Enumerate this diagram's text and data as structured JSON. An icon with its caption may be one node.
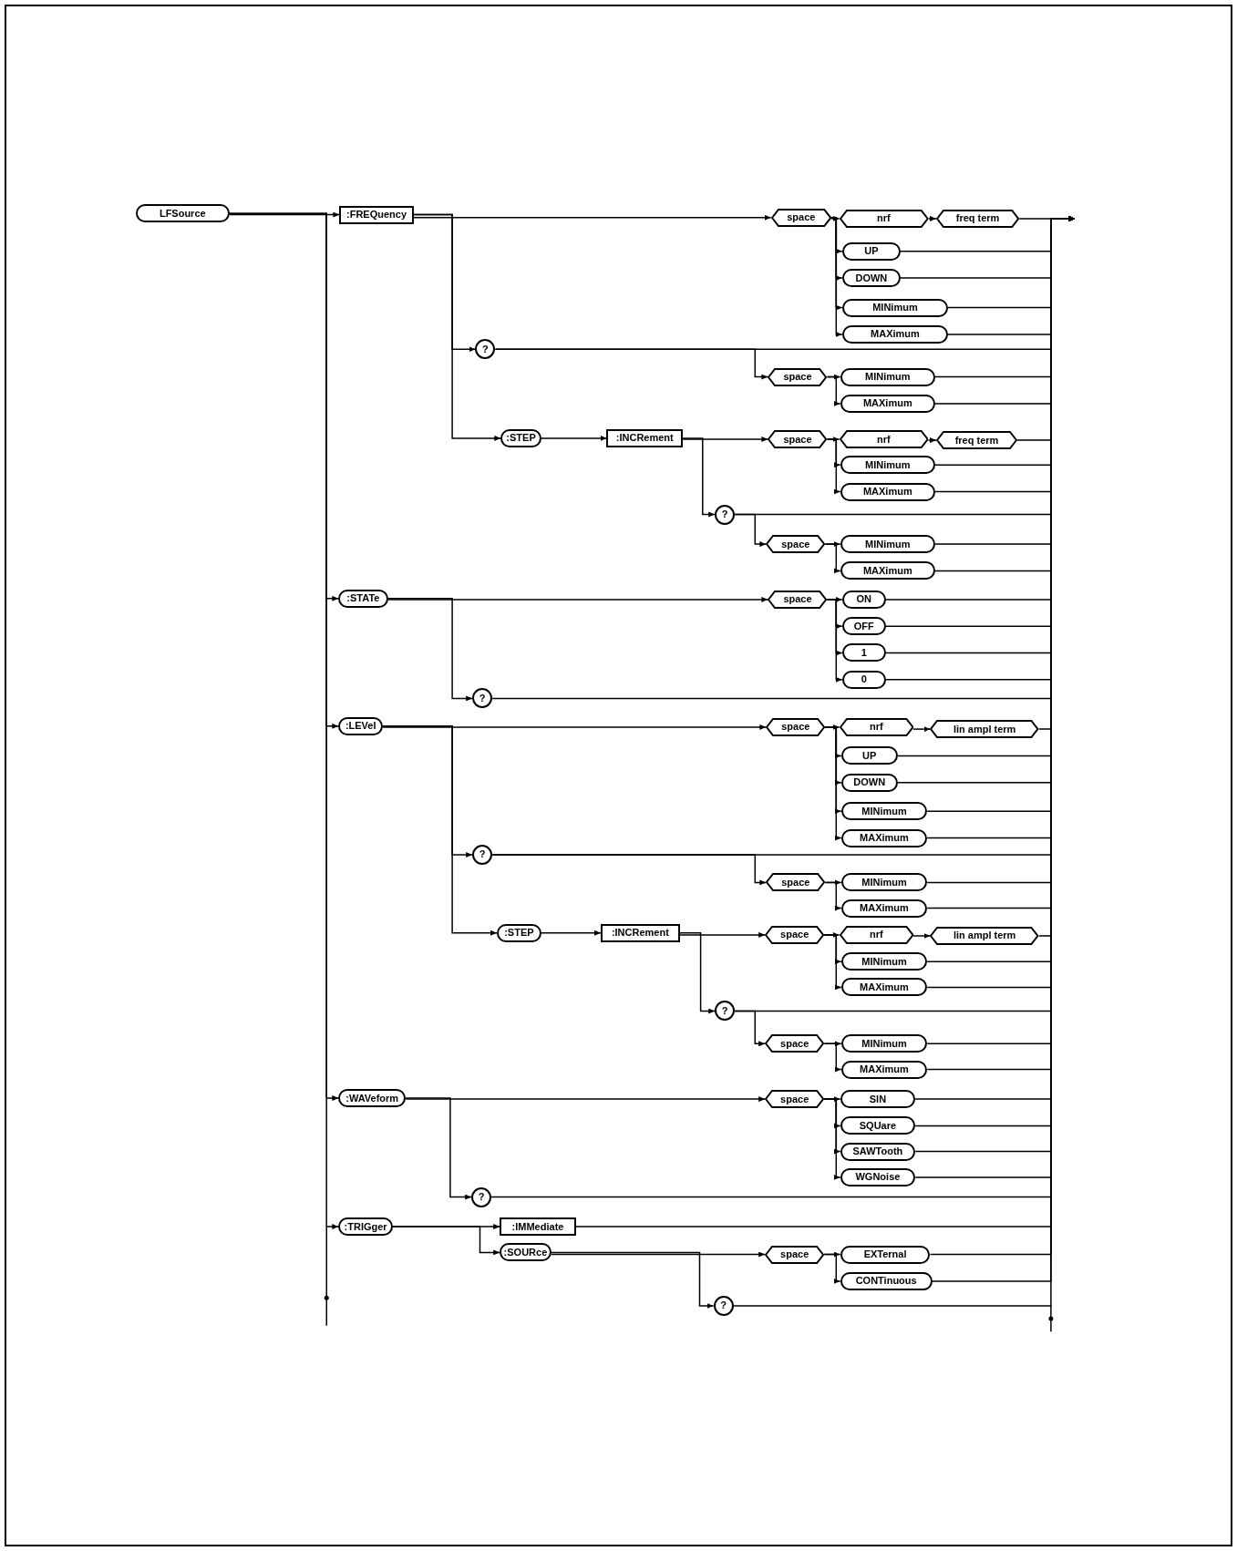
{
  "diagram": {
    "nodes": [
      {
        "text": [
          "LFSource"
        ]
      },
      {
        "text": [
          ":FREQuency"
        ]
      },
      {
        "text": [
          "space"
        ]
      },
      {
        "text": [
          "nrf"
        ]
      },
      {
        "text": [
          "freq term"
        ]
      },
      {
        "text": [
          "UP"
        ]
      },
      {
        "text": [
          "DOWN"
        ]
      },
      {
        "text": [
          "MINimum"
        ]
      },
      {
        "text": [
          "MAXimum"
        ]
      },
      {
        "text": [
          "?"
        ]
      },
      {
        "text": [
          "space"
        ]
      },
      {
        "text": [
          "MINimum"
        ]
      },
      {
        "text": [
          "MAXimum"
        ]
      },
      {
        "text": [
          ":STEP"
        ]
      },
      {
        "text": [
          ":INCRement"
        ]
      },
      {
        "text": [
          "space"
        ]
      },
      {
        "text": [
          "nrf"
        ]
      },
      {
        "text": [
          "freq term"
        ]
      },
      {
        "text": [
          "MINimum"
        ]
      },
      {
        "text": [
          "MAXimum"
        ]
      },
      {
        "text": [
          "?"
        ]
      },
      {
        "text": [
          "space"
        ]
      },
      {
        "text": [
          "MINimum"
        ]
      },
      {
        "text": [
          "MAXimum"
        ]
      },
      {
        "text": [
          ":STATe"
        ]
      },
      {
        "text": [
          "space"
        ]
      },
      {
        "text": [
          "ON"
        ]
      },
      {
        "text": [
          "OFF"
        ]
      },
      {
        "text": [
          "1"
        ]
      },
      {
        "text": [
          "0"
        ]
      },
      {
        "text": [
          "?"
        ]
      },
      {
        "text": [
          ":LEVel"
        ]
      },
      {
        "text": [
          "space"
        ]
      },
      {
        "text": [
          "nrf"
        ]
      },
      {
        "text": [
          "lin ampl term"
        ]
      },
      {
        "text": [
          "UP"
        ]
      },
      {
        "text": [
          "DOWN"
        ]
      },
      {
        "text": [
          "MINimum"
        ]
      },
      {
        "text": [
          "MAXimum"
        ]
      },
      {
        "text": [
          "?"
        ]
      },
      {
        "text": [
          "space"
        ]
      },
      {
        "text": [
          "MINimum"
        ]
      },
      {
        "text": [
          "MAXimum"
        ]
      },
      {
        "text": [
          ":STEP"
        ]
      },
      {
        "text": [
          ":INCRement"
        ]
      },
      {
        "text": [
          "space"
        ]
      },
      {
        "text": [
          "nrf"
        ]
      },
      {
        "text": [
          "lin ampl term"
        ]
      },
      {
        "text": [
          "MINimum"
        ]
      },
      {
        "text": [
          "MAXimum"
        ]
      },
      {
        "text": [
          "?"
        ]
      },
      {
        "text": [
          "space"
        ]
      },
      {
        "text": [
          "MINimum"
        ]
      },
      {
        "text": [
          "MAXimum"
        ]
      },
      {
        "text": [
          ":WAVeform"
        ]
      },
      {
        "text": [
          "space"
        ]
      },
      {
        "text": [
          "SIN"
        ]
      },
      {
        "text": [
          "SQUare"
        ]
      },
      {
        "text": [
          "SAWTooth"
        ]
      },
      {
        "text": [
          "WGNoise"
        ]
      },
      {
        "text": [
          "?"
        ]
      },
      {
        "text": [
          ":TRIGger"
        ]
      },
      {
        "text": [
          ":IMMediate"
        ]
      },
      {
        "text": [
          ":SOURce"
        ]
      },
      {
        "text": [
          "space"
        ]
      },
      {
        "text": [
          "EXTernal"
        ]
      },
      {
        "text": [
          "CONTinuous"
        ]
      },
      {
        "text": [
          "?"
        ]
      }
    ],
    "edges": [
      {
        "from": 0,
        "to": 1,
        "arrow": "to"
      },
      {
        "from": 0,
        "to": 24,
        "arrow": "to"
      },
      {
        "from": 0,
        "to": 31,
        "arrow": "to"
      },
      {
        "from": 0,
        "to": 54,
        "arrow": "to"
      },
      {
        "from": 0,
        "to": 61,
        "arrow": "to"
      },
      {
        "from": 1,
        "to": 2,
        "arrow": "to"
      },
      {
        "from": 1,
        "to": 9,
        "arrow": "to"
      },
      {
        "from": 1,
        "to": 13,
        "arrow": "to"
      },
      {
        "from": 2,
        "to": 3,
        "arrow": "to"
      },
      {
        "from": 2,
        "to": 5,
        "arrow": "to"
      },
      {
        "from": 2,
        "to": 6,
        "arrow": "to"
      },
      {
        "from": 2,
        "to": 7,
        "arrow": "to"
      },
      {
        "from": 2,
        "to": 8,
        "arrow": "to"
      },
      {
        "from": 3,
        "to": 4,
        "arrow": "to"
      },
      {
        "from": 4,
        "to": null,
        "arrow": "to"
      },
      {
        "from": 5,
        "to": null,
        "arrow": "to"
      },
      {
        "from": 6,
        "to": null,
        "arrow": "to"
      },
      {
        "from": 7,
        "to": null,
        "arrow": "to"
      },
      {
        "from": 8,
        "to": null,
        "arrow": "to"
      },
      {
        "from": 9,
        "to": null,
        "arrow": "to"
      },
      {
        "from": 9,
        "to": 10,
        "arrow": "to"
      },
      {
        "from": 10,
        "to": 11,
        "arrow": "to"
      },
      {
        "from": 10,
        "to": 12,
        "arrow": "to"
      },
      {
        "from": 11,
        "to": null,
        "arrow": "to"
      },
      {
        "from": 12,
        "to": null,
        "arrow": "to"
      },
      {
        "from": 13,
        "to": 14,
        "arrow": "to"
      },
      {
        "from": 14,
        "to": 15,
        "arrow": "to"
      },
      {
        "from": 14,
        "to": 20,
        "arrow": "to"
      },
      {
        "from": 15,
        "to": 16,
        "arrow": "to"
      },
      {
        "from": 15,
        "to": 18,
        "arrow": "to"
      },
      {
        "from": 15,
        "to": 19,
        "arrow": "to"
      },
      {
        "from": 16,
        "to": 17,
        "arrow": "to"
      },
      {
        "from": 17,
        "to": null,
        "arrow": "to"
      },
      {
        "from": 18,
        "to": null,
        "arrow": "to"
      },
      {
        "from": 19,
        "to": null,
        "arrow": "to"
      },
      {
        "from": 20,
        "to": null,
        "arrow": "to"
      },
      {
        "from": 20,
        "to": 21,
        "arrow": "to"
      },
      {
        "from": 21,
        "to": 22,
        "arrow": "to"
      },
      {
        "from": 21,
        "to": 23,
        "arrow": "to"
      },
      {
        "from": 22,
        "to": null,
        "arrow": "to"
      },
      {
        "from": 23,
        "to": null,
        "arrow": "to"
      },
      {
        "from": 24,
        "to": 25,
        "arrow": "to"
      },
      {
        "from": 24,
        "to": 30,
        "arrow": "to"
      },
      {
        "from": 25,
        "to": 26,
        "arrow": "to"
      },
      {
        "from": 25,
        "to": 27,
        "arrow": "to"
      },
      {
        "from": 25,
        "to": 28,
        "arrow": "to"
      },
      {
        "from": 25,
        "to": 29,
        "arrow": "to"
      },
      {
        "from": 26,
        "to": null,
        "arrow": "to"
      },
      {
        "from": 27,
        "to": null,
        "arrow": "to"
      },
      {
        "from": 28,
        "to": null,
        "arrow": "to"
      },
      {
        "from": 29,
        "to": null,
        "arrow": "to"
      },
      {
        "from": 30,
        "to": null,
        "arrow": "to"
      },
      {
        "from": 31,
        "to": 32,
        "arrow": "to"
      },
      {
        "from": 31,
        "to": 39,
        "arrow": "to"
      },
      {
        "from": 31,
        "to": 43,
        "arrow": "to"
      },
      {
        "from": 32,
        "to": 33,
        "arrow": "to"
      },
      {
        "from": 32,
        "to": 35,
        "arrow": "to"
      },
      {
        "from": 32,
        "to": 36,
        "arrow": "to"
      },
      {
        "from": 32,
        "to": 37,
        "arrow": "to"
      },
      {
        "from": 32,
        "to": 38,
        "arrow": "to"
      },
      {
        "from": 33,
        "to": 34,
        "arrow": "to"
      },
      {
        "from": 34,
        "to": null,
        "arrow": "to"
      },
      {
        "from": 35,
        "to": null,
        "arrow": "to"
      },
      {
        "from": 36,
        "to": null,
        "arrow": "to"
      },
      {
        "from": 37,
        "to": null,
        "arrow": "to"
      },
      {
        "from": 38,
        "to": null,
        "arrow": "to"
      },
      {
        "from": 39,
        "to": null,
        "arrow": "to"
      },
      {
        "from": 39,
        "to": 40,
        "arrow": "to"
      },
      {
        "from": 40,
        "to": 41,
        "arrow": "to"
      },
      {
        "from": 40,
        "to": 42,
        "arrow": "to"
      },
      {
        "from": 41,
        "to": null,
        "arrow": "to"
      },
      {
        "from": 42,
        "to": null,
        "arrow": "to"
      },
      {
        "from": 43,
        "to": 44,
        "arrow": "to"
      },
      {
        "from": 44,
        "to": 45,
        "arrow": "to"
      },
      {
        "from": 44,
        "to": 50,
        "arrow": "to"
      },
      {
        "from": 45,
        "to": 46,
        "arrow": "to"
      },
      {
        "from": 45,
        "to": 48,
        "arrow": "to"
      },
      {
        "from": 45,
        "to": 49,
        "arrow": "to"
      },
      {
        "from": 46,
        "to": 47,
        "arrow": "to"
      },
      {
        "from": 47,
        "to": null,
        "arrow": "to"
      },
      {
        "from": 48,
        "to": null,
        "arrow": "to"
      },
      {
        "from": 49,
        "to": null,
        "arrow": "to"
      },
      {
        "from": 50,
        "to": null,
        "arrow": "to"
      },
      {
        "from": 50,
        "to": 51,
        "arrow": "to"
      },
      {
        "from": 51,
        "to": 52,
        "arrow": "to"
      },
      {
        "from": 51,
        "to": 53,
        "arrow": "to"
      },
      {
        "from": 52,
        "to": null,
        "arrow": "to"
      },
      {
        "from": 53,
        "to": null,
        "arrow": "to"
      },
      {
        "from": 54,
        "to": 55,
        "arrow": "to"
      },
      {
        "from": 54,
        "to": 60,
        "arrow": "to"
      },
      {
        "from": 55,
        "to": 56,
        "arrow": "to"
      },
      {
        "from": 55,
        "to": 57,
        "arrow": "to"
      },
      {
        "from": 55,
        "to": 58,
        "arrow": "to"
      },
      {
        "from": 55,
        "to": 59,
        "arrow": "to"
      },
      {
        "from": 56,
        "to": null,
        "arrow": "to"
      },
      {
        "from": 57,
        "to": null,
        "arrow": "to"
      },
      {
        "from": 58,
        "to": null,
        "arrow": "to"
      },
      {
        "from": 59,
        "to": null,
        "arrow": "to"
      },
      {
        "from": 60,
        "to": null,
        "arrow": "to"
      },
      {
        "from": 61,
        "to": 62,
        "arrow": "to"
      },
      {
        "from": 61,
        "to": 63,
        "arrow": "to"
      },
      {
        "from": 62,
        "to": null,
        "arrow": "to"
      },
      {
        "from": 63,
        "to": 64,
        "arrow": "to"
      },
      {
        "from": 63,
        "to": 67,
        "arrow": "to"
      },
      {
        "from": 64,
        "to": 65,
        "arrow": "to"
      },
      {
        "from": 64,
        "to": 66,
        "arrow": "to"
      },
      {
        "from": 65,
        "to": null,
        "arrow": "to"
      },
      {
        "from": 66,
        "to": null,
        "arrow": "to"
      },
      {
        "from": 67,
        "to": null,
        "arrow": "to"
      }
    ]
  }
}
